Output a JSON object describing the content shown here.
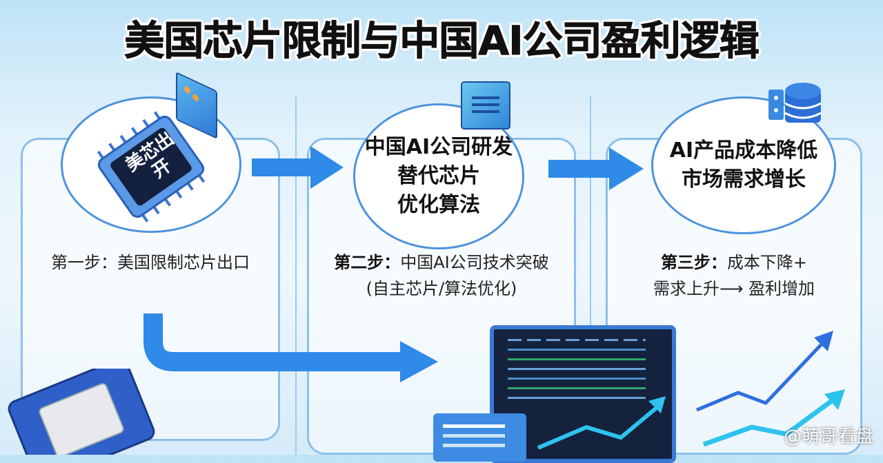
{
  "title": "美国芯片限制与中国AI公司盈利逻辑",
  "chip_label": "美芯出开",
  "steps": [
    {
      "bubble_lines": [],
      "label": "第一步：",
      "text": "美国限制芯片出口",
      "text2": ""
    },
    {
      "bubble_lines": [
        "中国AI公司研发",
        "替代芯片",
        "优化算法"
      ],
      "label": "第二步：",
      "text": "中国AI公司技术突破",
      "text2": "(自主芯片/算法优化)"
    },
    {
      "bubble_lines": [
        "AI产品成本降低",
        "市场需求增长"
      ],
      "label": "第三步：",
      "text": "成本下降+",
      "text2": "需求上升⟶ 盈利增加"
    }
  ],
  "watermark": "@萌哥看盘",
  "colors": {
    "accent": "#2f8ae8",
    "panel_border": "#8cc0ea",
    "bubble_border": "#4d93dc"
  }
}
